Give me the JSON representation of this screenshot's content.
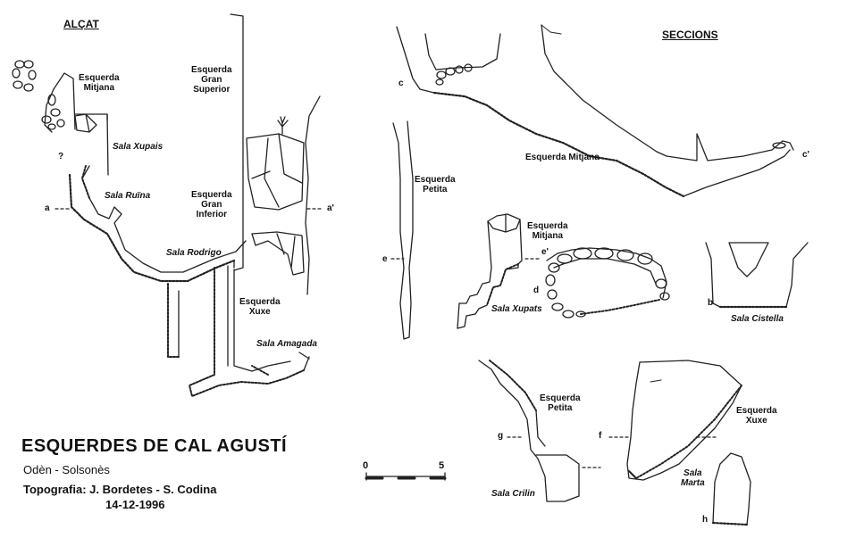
{
  "headers": {
    "alcat": "ALÇAT",
    "seccions": "SECCIONS"
  },
  "title": "ESQUERDES DE CAL AGUSTÍ",
  "subtitle": "Odèn - Solsonès",
  "topography": "Topografia: J. Bordetes - S. Codina",
  "date": "14-12-1996",
  "scale": {
    "min": "0",
    "max": "5"
  },
  "elevation_labels": {
    "esquerda_mitjana": [
      "Esquerda",
      "Mitjana"
    ],
    "esquerda_gran_superior": [
      "Esquerda",
      "Gran",
      "Superior"
    ],
    "esquerda_gran_inferior": [
      "Esquerda",
      "Gran",
      "Inferior"
    ],
    "sala_xupais": "Sala Xupais",
    "sala_ruina": "Sala Ruïna",
    "sala_rodrigo": "Sala Rodrigo",
    "esquerda_xuxe": [
      "Esquerda",
      "Xuxe"
    ],
    "sala_amagada": "Sala Amagada",
    "question": "?",
    "a": "a",
    "a_prime": "a'"
  },
  "section_labels": {
    "c": "c",
    "c_prime": "c'",
    "esquerda_mitjana": "Esquerda Mitjana",
    "esquerda_petita": [
      "Esquerda",
      "Petita"
    ],
    "e": "e",
    "esquerda_mitjana_2": [
      "Esquerda",
      "Mitjana"
    ],
    "e_prime": "e'",
    "d": "d",
    "sala_xupats": "Sala Xupats",
    "b": "b",
    "sala_cistella": "Sala Cistella",
    "esquerda_petita_2": [
      "Esquerda",
      "Petita"
    ],
    "g": "g",
    "f": "f",
    "sala_crilin": "Sala Crilin",
    "esquerda_xuxe": [
      "Esquerda",
      "Xuxe"
    ],
    "sala_marta": [
      "Sala",
      "Marta"
    ],
    "h": "h"
  }
}
